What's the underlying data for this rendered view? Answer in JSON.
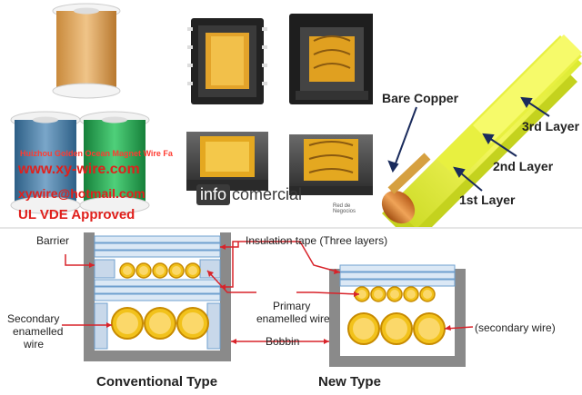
{
  "overlay": {
    "company": "Huizhou Golden Ocean Magnet Wire Fa",
    "website": "www.xy-wire.com",
    "email": "xywire@hotmail.com",
    "approval": "UL VDE Approved"
  },
  "watermark": {
    "part1": "info",
    "part2": "comercial",
    "sub": "Red de Negocios"
  },
  "wire_labels": {
    "bare_copper": "Bare Copper",
    "layer1": "1st Layer",
    "layer2": "2nd Layer",
    "layer3": "3rd Layer"
  },
  "diagram": {
    "barrier": "Barrier",
    "insulation_tape": "Insulation tape (Three layers)",
    "primary": [
      "Primary",
      "enamelled wire"
    ],
    "secondary": [
      "Secondary",
      "enamelled",
      "wire"
    ],
    "bobbin": "Bobbin",
    "secondary_wire": "(secondary wire)",
    "conventional_type": "Conventional Type",
    "new_type": "New Type"
  },
  "colors": {
    "yellow_wire": "#f2c21b",
    "blue_wire": "#4a7fa8",
    "green_wire": "#2aa84a",
    "orange_wire": "#e8b37a",
    "overlay_red": "#e0201c",
    "arrow_red": "#d8232a",
    "tape_blue": "#dbe8f5",
    "bobbin_gray": "#8a8a8a"
  }
}
